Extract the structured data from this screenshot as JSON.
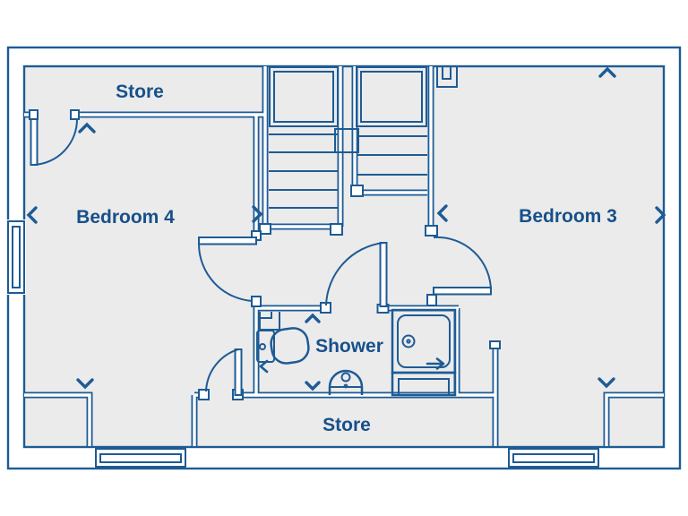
{
  "rooms": {
    "store_top": {
      "label": "Store"
    },
    "bedroom_4": {
      "label": "Bedroom 4"
    },
    "bedroom_3": {
      "label": "Bedroom 3"
    },
    "shower": {
      "label": "Shower"
    },
    "store_bottom": {
      "label": "Store"
    }
  },
  "fixtures": {
    "toilet": "toilet-icon",
    "washbasin": "washbasin-icon",
    "shower_tray": "shower-tray-icon",
    "staircase": "staircase-icon"
  },
  "colors": {
    "wall_line": "#1e5b95",
    "label_text": "#17508a",
    "room_fill": "#ebebeb",
    "background": "#ffffff"
  }
}
